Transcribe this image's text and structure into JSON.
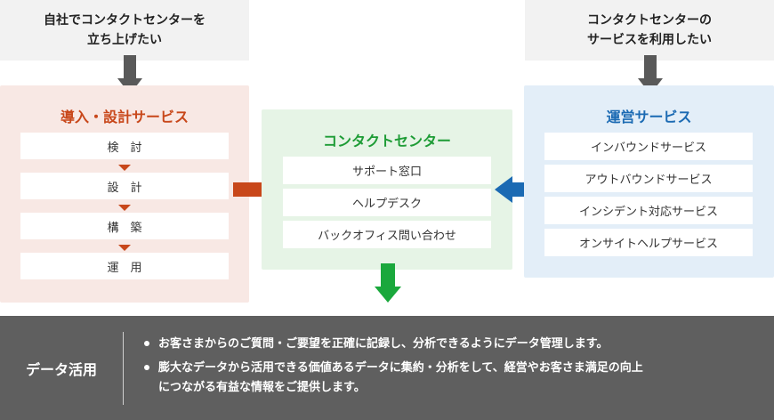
{
  "top_left": {
    "line1": "自社でコンタクトセンターを",
    "line2": "立ち上げたい"
  },
  "top_right": {
    "line1": "コンタクトセンターの",
    "line2": "サービスを利用したい"
  },
  "left_panel": {
    "title": "導入・設計サービス",
    "steps": [
      "検　討",
      "設　計",
      "構　築",
      "運　用"
    ]
  },
  "center_panel": {
    "title": "コンタクトセンター",
    "items": [
      "サポート窓口",
      "ヘルプデスク",
      "バックオフィス問い合わせ"
    ]
  },
  "right_panel": {
    "title": "運営サービス",
    "items": [
      "インバウンドサービス",
      "アウトバウンドサービス",
      "インシデント対応サービス",
      "オンサイトヘルプサービス"
    ]
  },
  "bottom": {
    "title": "データ活用",
    "bullet1": "お客さまからのご質問・ご要望を正確に記録し、分析できるようにデータ管理します。",
    "bullet2_line1": "膨大なデータから活用できる価値あるデータに集約・分析をして、経営やお客さま満足の向上",
    "bullet2_line2": "につながる有益な情報をご提供します。"
  },
  "colors": {
    "left_accent": "#c8471a",
    "center_accent": "#1e9c36",
    "right_accent": "#1b6ab3",
    "left_bg": "#f8e8e4",
    "center_bg": "#e6f4e6",
    "right_bg": "#e3eef8",
    "band_bg": "#5f5f5f"
  }
}
